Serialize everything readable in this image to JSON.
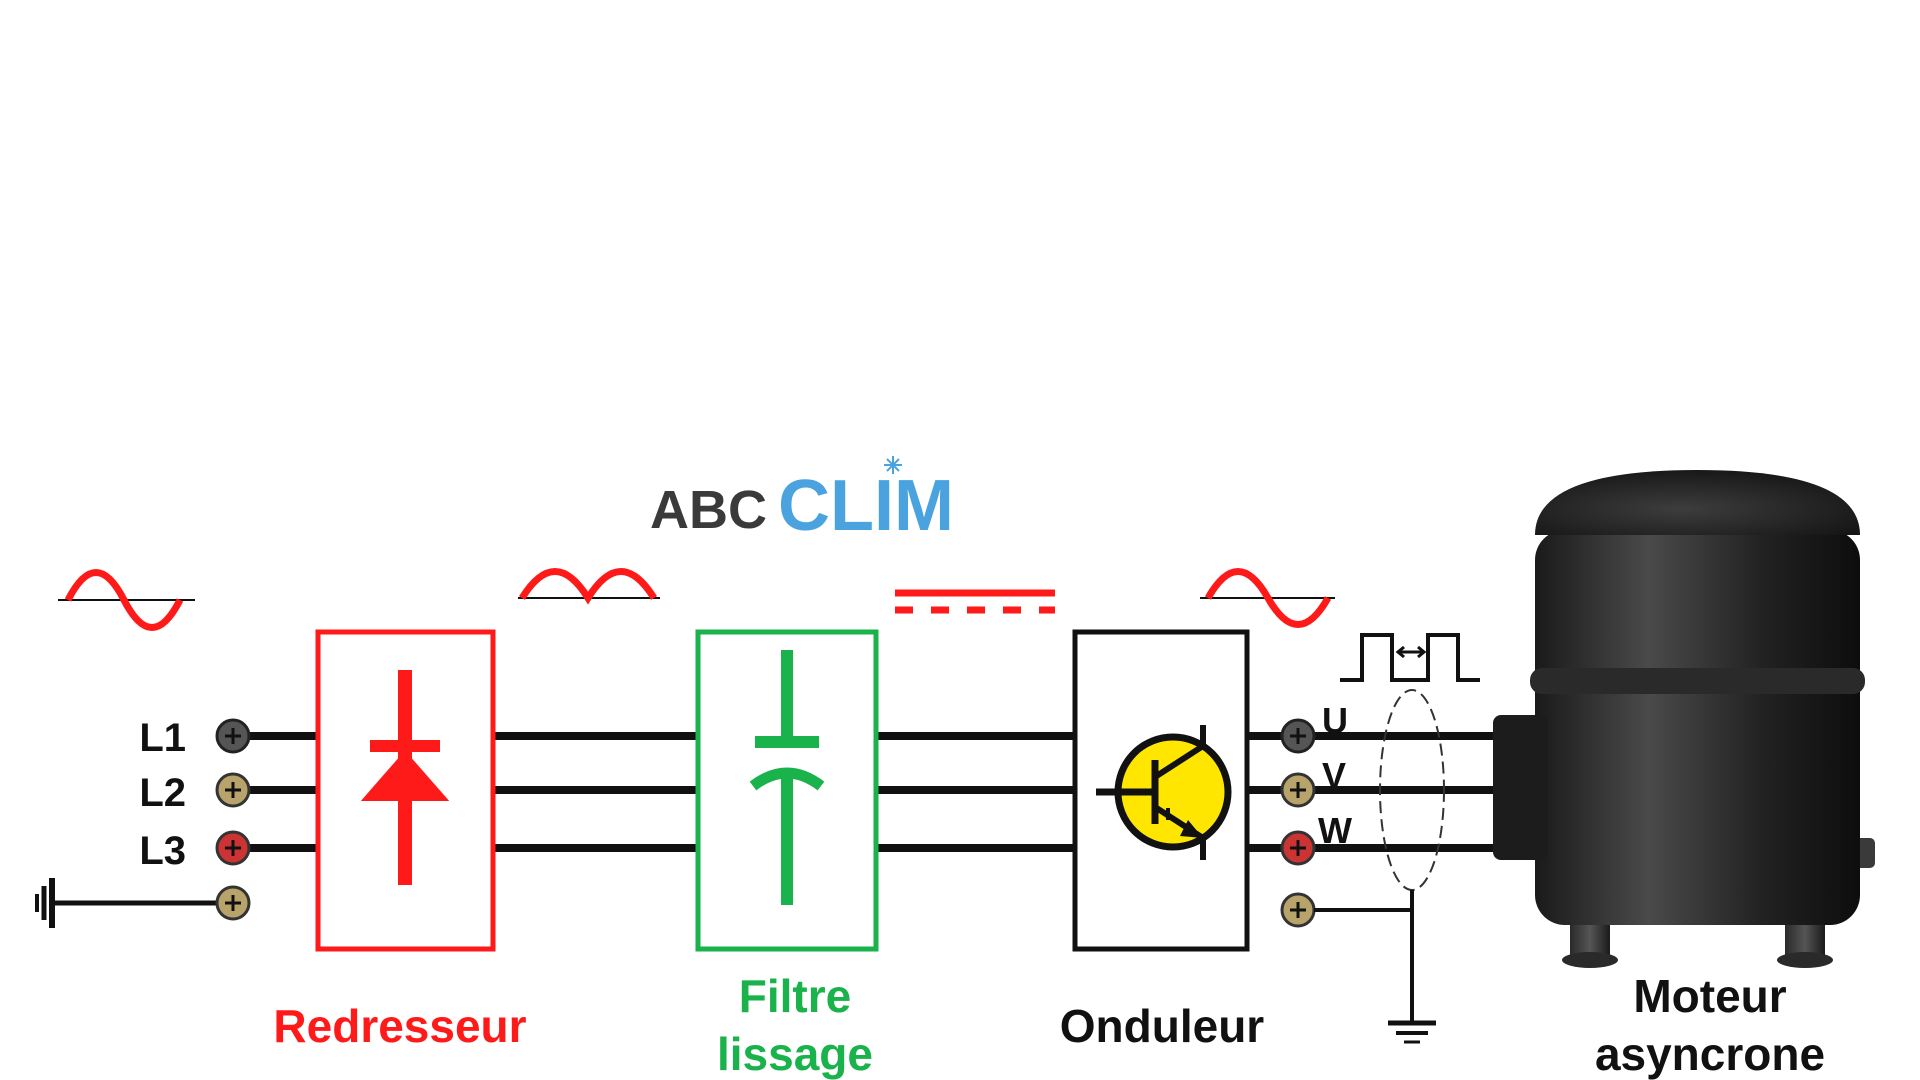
{
  "logo": {
    "prefix": "ABC",
    "suffix": "CLIM",
    "colors": {
      "prefix": "#3a3a3a",
      "suffix": "#4aa3df"
    }
  },
  "inputs": {
    "phases": [
      "L1",
      "L2",
      "L3"
    ],
    "terminal_colors": [
      "#555555",
      "#b8a36a",
      "#cc3333",
      "#b8a36a"
    ]
  },
  "outputs": {
    "phases": [
      "U",
      "V",
      "W"
    ],
    "terminal_colors": [
      "#555555",
      "#b8a36a",
      "#cc3333",
      "#b8a36a"
    ]
  },
  "blocks": {
    "rectifier": {
      "label": "Redresseur",
      "color": "#ff1a1a",
      "icon": "diode-icon"
    },
    "filter": {
      "label_line1": "Filtre",
      "label_line2": "lissage",
      "color": "#19b24b",
      "icon": "capacitor-icon"
    },
    "inverter": {
      "label": "Onduleur",
      "color": "#111111",
      "icon": "transistor-icon",
      "symbol_fill": "#ffe600"
    },
    "motor": {
      "label_line1": "Moteur",
      "label_line2": "asyncrone",
      "icon": "compressor-motor-icon"
    }
  },
  "waveforms": {
    "color": "#ff1a1a",
    "stages": [
      "sine-wave-icon",
      "rectified-wave-icon",
      "dc-wave-icon",
      "sine-wave-icon",
      "pwm-pulse-icon"
    ]
  },
  "wiring_color": "#111111"
}
